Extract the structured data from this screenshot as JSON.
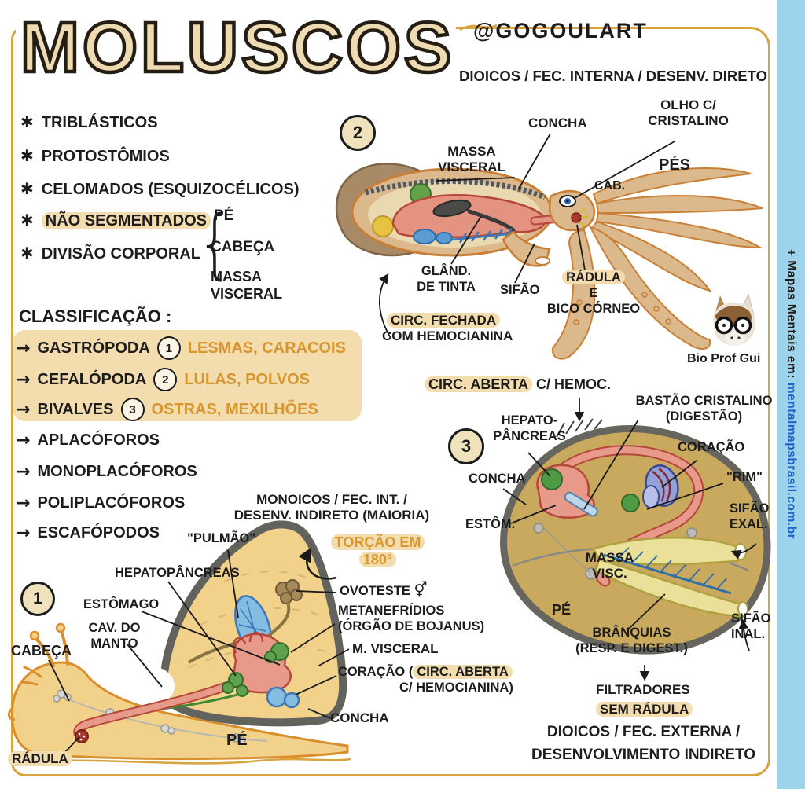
{
  "header": {
    "title": "MOLUSCOS",
    "credit": "@GOGOULART",
    "repro_note": "DIOICOS / FEC. INTERNA / DESENV. DIRETO"
  },
  "side_strip": {
    "prefix": "+ Mapas Mentais em: ",
    "site": "mentalmapsbrasil.com.br"
  },
  "traits": {
    "bullet": "✱",
    "items": [
      "TRIBLÁSTICOS",
      "PROTOSTÔMIOS",
      "CELOMADOS (ESQUIZOCÉLICOS)",
      "NÃO SEGMENTADOS",
      "DIVISÃO CORPORAL"
    ],
    "brace": "{",
    "division": [
      "PÉ",
      "CABEÇA",
      "MASSA\nVISCERAL"
    ]
  },
  "classification": {
    "heading": "CLASSIFICAÇÃO :",
    "arrow": "→",
    "items": [
      {
        "name": "GASTRÓPODA",
        "number": "1",
        "examples": "LESMAS, CARACOIS"
      },
      {
        "name": "CEFALÓPODA",
        "number": "2",
        "examples": "LULAS, POLVOS"
      },
      {
        "name": "BIVALVES",
        "number": "3",
        "examples": "OSTRAS, MEXILHÕES"
      },
      {
        "name": "APLACÓFOROS"
      },
      {
        "name": "MONOPLACÓFOROS"
      },
      {
        "name": "POLIPLACÓFOROS"
      },
      {
        "name": "ESCAFÓPODOS"
      }
    ]
  },
  "squid": {
    "number": "2",
    "labels": {
      "massa_visceral": "MASSA\nVISCERAL",
      "concha": "CONCHA",
      "olho": "OLHO C/\nCRISTALINO",
      "cab": "CAB.",
      "pes": "PÉS",
      "gland_tinta": "GLÂND.\nDE TINTA",
      "sifao": "SIFÃO",
      "radula": "RÁDULA",
      "radula_rest": "E\nBICO CÓRNEO",
      "circ_highlight": "CIRC. FECHADA",
      "circ_rest": "COM HEMOCIANINA"
    }
  },
  "logo": {
    "text": "Bio Prof Gui"
  },
  "open_circulation": {
    "highlight": "CIRC. ABERTA",
    "rest": "C/ HEMOC."
  },
  "bivalve": {
    "number": "3",
    "labels": {
      "hepatopancreas": "HEPATO-\nPÂNCREAS",
      "bastao": "BASTÃO CRISTALINO\n(DIGESTÃO)",
      "coracao": "CORAÇÃO",
      "rim": "\"RIM\"",
      "concha": "CONCHA",
      "estomago": "ESTÔM.",
      "sifao_exalante": "SIFÃO\nEXAL.",
      "massa_visceral": "MASSA\nVISC.",
      "pe": "PÉ",
      "branquias": "BRÂNQUIAS\n(RESP. E DIGEST.)",
      "sifao_inalante": "SIFÃO\nINAL.",
      "filtradores": "FILTRADORES",
      "sem_radula": "SEM RÁDULA"
    },
    "repro_note": "DIOICOS / FEC. EXTERNA /\nDESENVOLVIMENTO INDIRETO"
  },
  "snail": {
    "number": "1",
    "repro_note": "MONOICOS / FEC. INT. /\nDESENV. INDIRETO (MAIORIA)",
    "labels": {
      "pulmao": "\"PULMÃO\"",
      "torcao": "TORÇÃO EM\n180°",
      "hepatopancreas": "HEPATOPÂNCREAS",
      "ovoteste": "OVOTESTE",
      "ovoteste_symbol": "⚥",
      "metanefridios": "METANEFRÍDIOS\n(ÓRGÃO DE BOJANUS)",
      "m_visceral": "M. VISCERAL",
      "estomago": "ESTÔMAGO",
      "cav_manto": "CAV. DO\nMANTO",
      "cabeca": "CABEÇA",
      "coracao_prefix": "CORAÇÃO (",
      "coracao_highlight": "CIRC. ABERTA",
      "coracao_suffix": "C/ HEMOCIANINA)",
      "concha": "CONCHA",
      "pe": "PÉ",
      "radula": "RÁDULA"
    }
  },
  "colors": {
    "highlight": "#f3dcae",
    "accent_orange": "#d8962e",
    "frame": "#d7a43e",
    "strip": "#9ed3ec"
  }
}
